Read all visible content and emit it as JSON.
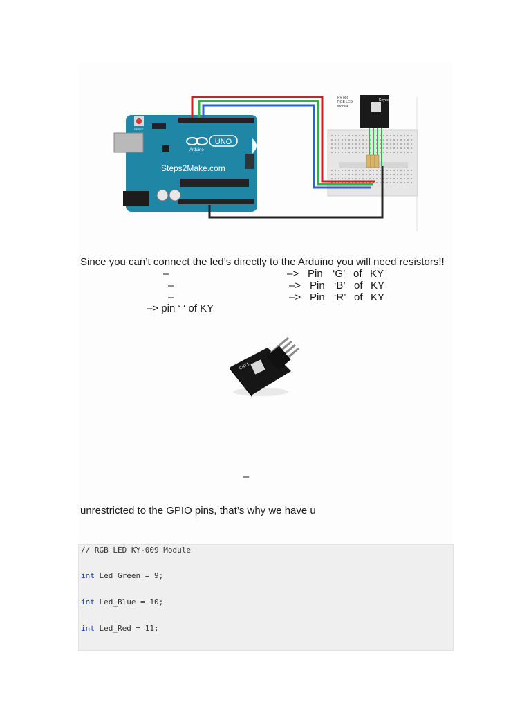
{
  "diagram": {
    "board_brand": "Steps2Make.com",
    "board_model": "UNO",
    "board_logo_text": "Arduino",
    "reset_label": "RESET",
    "module_label_line1": "KY-009",
    "module_label_line2": "RGB LED",
    "module_label_line3": "Module",
    "module_brand": "Keyes"
  },
  "text": {
    "intro": "Since you can’t connect the led’s directly to the Arduino you will need resistors!!",
    "rows": [
      {
        "dash": "–",
        "arrow": "–>",
        "pin_word": "Pin",
        "pin": "‘G’",
        "of": "of",
        "ky": "KY"
      },
      {
        "dash": "–",
        "arrow": "–>",
        "pin_word": "Pin",
        "pin": "‘B’",
        "of": "of",
        "ky": "KY"
      },
      {
        "dash": "–",
        "arrow": "–>",
        "pin_word": "Pin",
        "pin": "‘R’",
        "of": "of",
        "ky": "KY"
      }
    ],
    "last_row": "–> pin ‘ ‘ of KY",
    "lone_dash": "–",
    "gpio_sentence": "unrestricted to the GPIO pins, that’s why we have u"
  },
  "photo": {
    "module_print": "CNT1"
  },
  "code": {
    "comment": "// RGB LED KY-009 Module",
    "lines": [
      {
        "kw": "int",
        "rest": " Led_Green = 9;"
      },
      {
        "kw": "int",
        "rest": " Led_Blue = 10;"
      },
      {
        "kw": "int",
        "rest": " Led_Red = 11;"
      }
    ]
  },
  "colors": {
    "board": "#1f86a6",
    "wire_red": "#d11f1f",
    "wire_green": "#2fb34a",
    "wire_blue": "#2a62d4",
    "wire_black": "#222222",
    "code_keyword": "#1a36c8"
  }
}
